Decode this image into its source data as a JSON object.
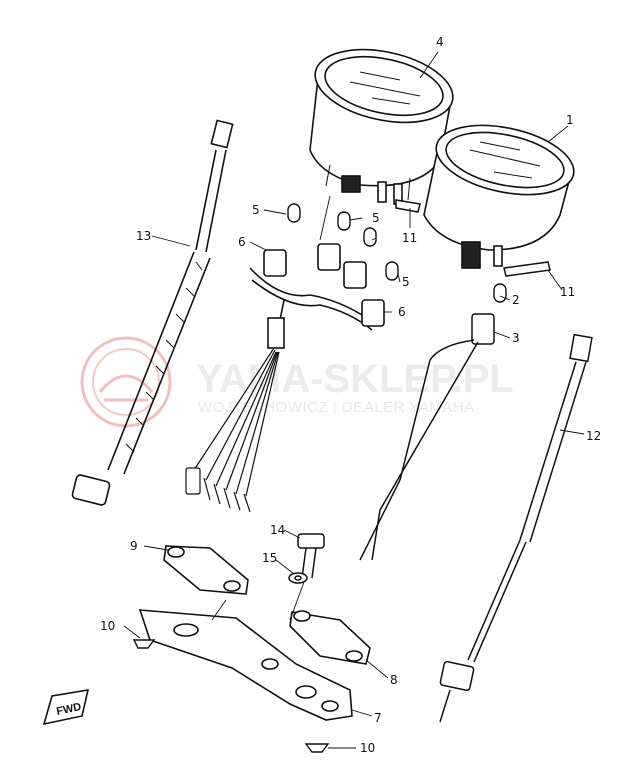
{
  "watermark": {
    "brand": "YAMA-SKLEP.PL",
    "subtitle": "WOJTECHOWICZ | DEALER YAMAHA",
    "color": "#d84a4a"
  },
  "fwd_tag": "FWD",
  "callouts": {
    "c1": "1",
    "c2": "2",
    "c3": "3",
    "c4": "4",
    "c5a": "5",
    "c5b": "5",
    "c5c": "5",
    "c6a": "6",
    "c6b": "6",
    "c7": "7",
    "c8": "8",
    "c9": "9",
    "c10a": "10",
    "c10b": "10",
    "c11a": "11",
    "c11b": "11",
    "c12": "12",
    "c13": "13",
    "c14": "14",
    "c15": "15"
  }
}
